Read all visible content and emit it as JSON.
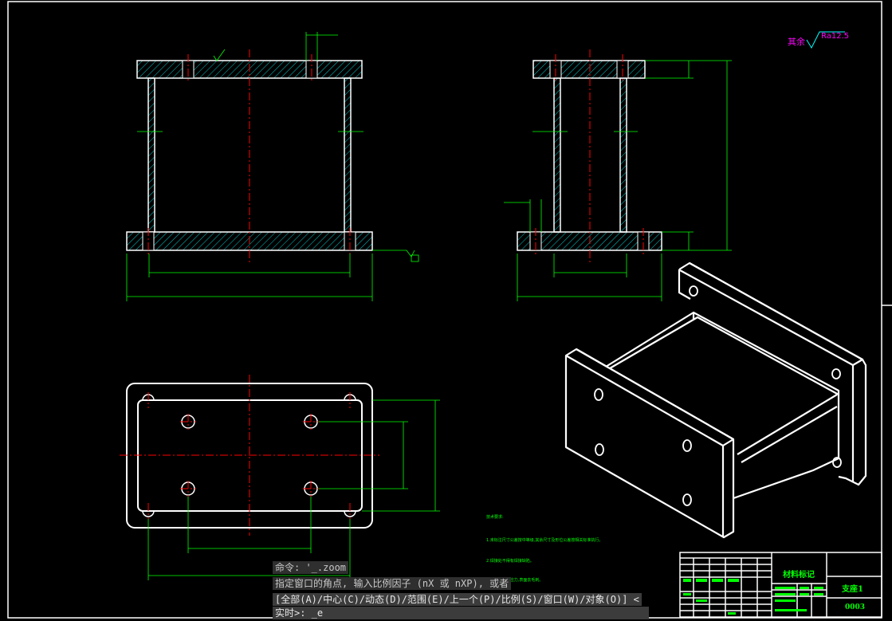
{
  "roughness": {
    "prefix": "其余",
    "value": "Ra12.5"
  },
  "title_block": {
    "material_label": "材料标记",
    "part_name": "支座1",
    "drawing_no": "0003"
  },
  "notes": {
    "heading": "技术要求:",
    "items": [
      "1.未标注尺寸公差按中等级,其余尺寸及形位公差按相关标准执行。",
      "2.焊接处不得有焊接缺陷。",
      "3.焊后消除内应力,表面去毛刺。"
    ]
  },
  "command_line": {
    "history": [
      "命令: '_.zoom",
      "指定窗口的角点, 输入比例因子 (nX 或 nXP), 或者",
      "[全部(A)/中心(C)/动态(D)/范围(E)/上一个(P)/比例(S)/窗口(W)/对象(O)] <",
      "实时>: _e"
    ]
  },
  "colors": {
    "background": "#000000",
    "outline": "#ffffff",
    "hatch": "#00c8c8",
    "dimension": "#00ff00",
    "center": "#ff0000",
    "roughness": "#ff00ff"
  }
}
